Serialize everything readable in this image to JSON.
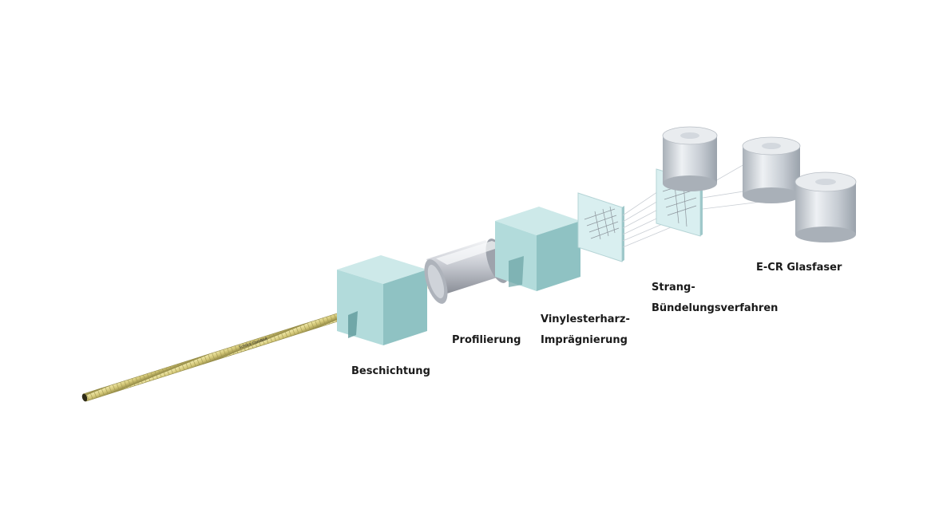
{
  "labels": {
    "glasfaser": "E-CR Glasfaser",
    "strang_line1": "Strang-",
    "strang_line2": "Bündelungsverfahren",
    "vinylester_line1": "Vinylesterharz-",
    "vinylester_line2": "Imprägnierung",
    "profilierung": "Profilierung",
    "beschichtung": "Beschichtung"
  },
  "rod_marking": "Schöck ComBAR",
  "colors": {
    "box_face": "#b4dcdc",
    "box_top": "#cfeaea",
    "box_side": "#8fc2c3",
    "rod": "#d9cf82",
    "rod_dark": "#8f8642",
    "spool": "#d8dde3",
    "roller": "#c8ccd4",
    "guide_plate": "#d9eff0"
  }
}
